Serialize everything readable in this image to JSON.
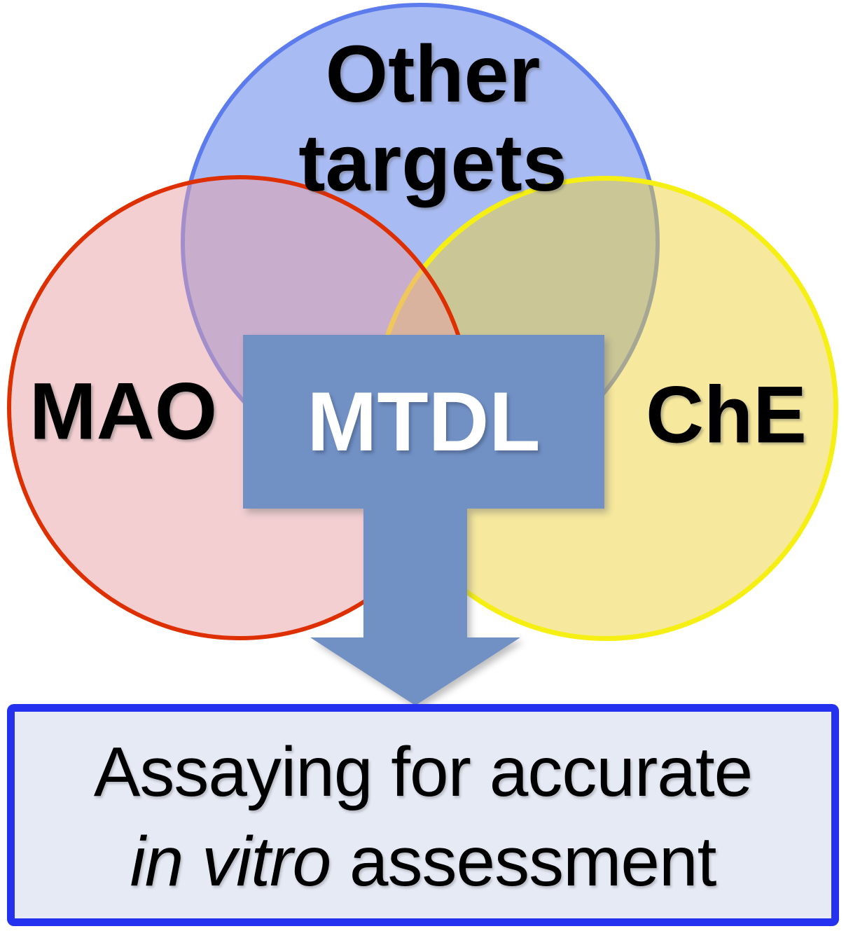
{
  "colors": {
    "blue-border": "#5c7cee",
    "blue-fill": "rgba(81,119,229,0.5)",
    "red-border": "#dd2f00",
    "pink-fill": "rgba(231,159,165,0.5)",
    "yellow-border": "#f6ef13",
    "yellow-fill": "rgba(237,209,57,0.5)",
    "banner": "#7191c5",
    "banner-text": "#ffffff",
    "box-border": "#2432f0",
    "box-fill": "#e6eaf5",
    "label-text": "#000000"
  },
  "venn": {
    "top_circle": {
      "label_line1": "Other",
      "label_line2": "targets"
    },
    "left_circle": {
      "label": "MAO"
    },
    "right_circle": {
      "label": "ChE"
    }
  },
  "center_banner": {
    "label": "MTDL"
  },
  "arrow": {
    "direction": "down"
  },
  "result_box": {
    "line1": "Assaying for accurate",
    "line2_italic": "in vitro",
    "line2_rest": " assessment"
  }
}
